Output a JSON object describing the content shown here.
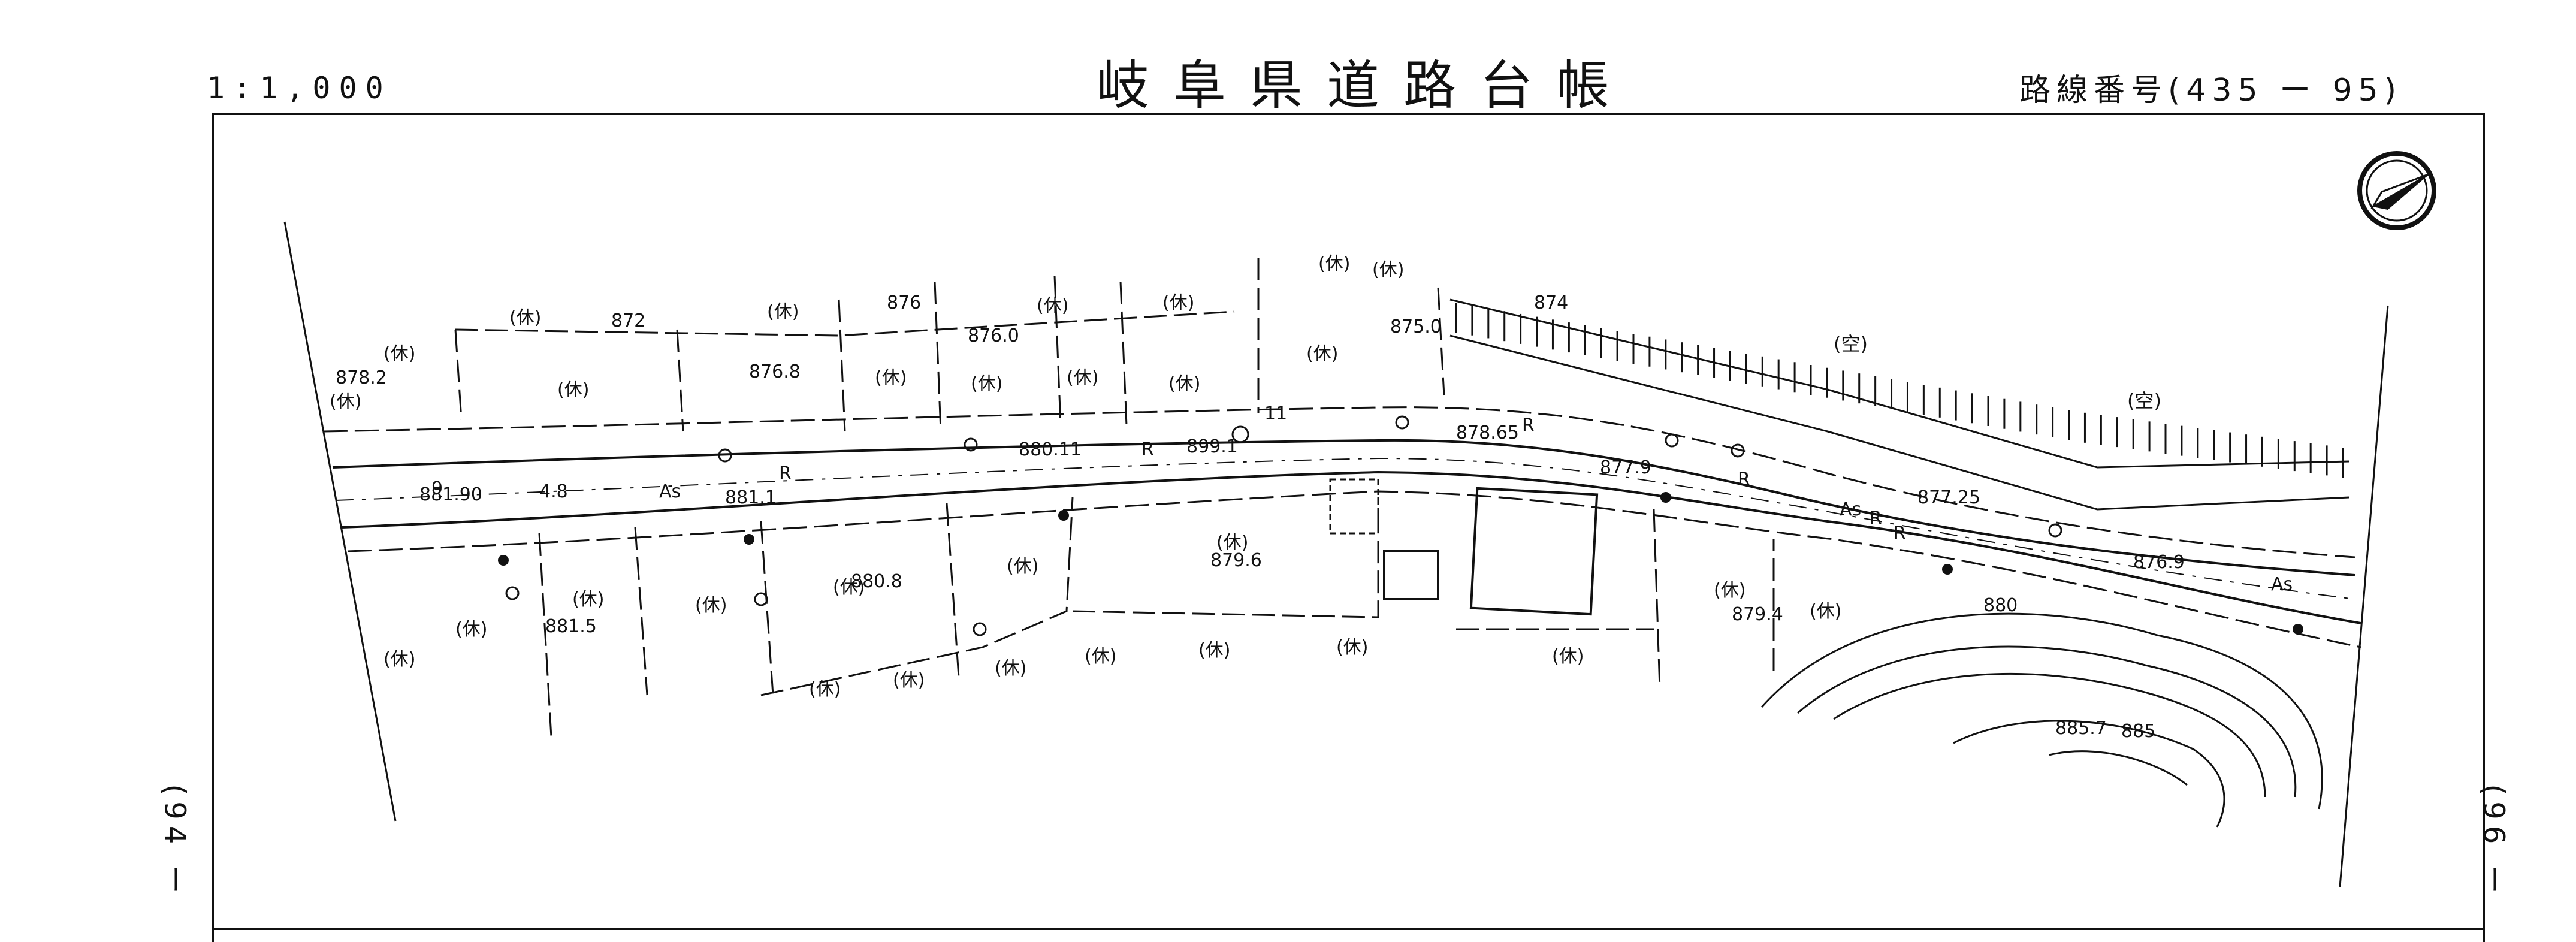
{
  "header": {
    "scale": "1:1,000",
    "title": "岐阜県道路台帳",
    "route_number": "路線番号(435 ー 95)"
  },
  "sheet_refs": {
    "left": "(94 ー",
    "right": "(96 ー"
  },
  "north_arrow_icon": "north-arrow-icon",
  "map": {
    "elevations": [
      "876.0",
      "876.8",
      "878.2",
      "875.0",
      "874",
      "872",
      "876",
      "880.11",
      "899.1",
      "878.65",
      "881.90",
      "881.1",
      "877.9",
      "877.25",
      "876.9",
      "880.8",
      "879.6",
      "881.5",
      "879.4",
      "885.7",
      "880",
      "885"
    ],
    "land_use": [
      "(休)",
      "(空)"
    ],
    "road_marks": [
      "R",
      "As",
      "9",
      "4.8",
      "11"
    ]
  }
}
